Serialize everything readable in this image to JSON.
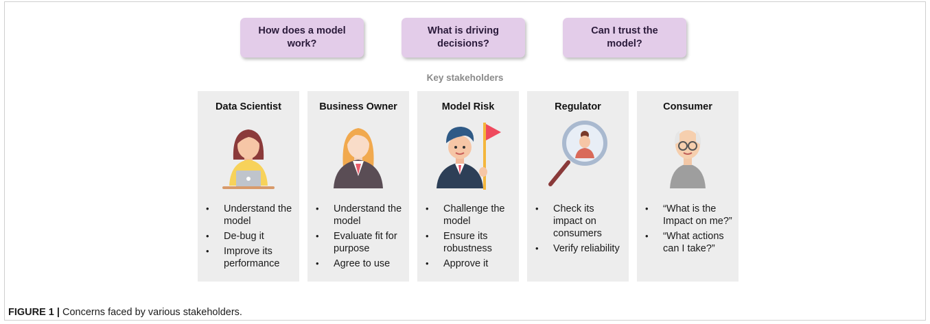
{
  "questions": [
    "How does a model work?",
    "What is driving decisions?",
    "Can I trust the model?"
  ],
  "key_stakeholders_label": "Key stakeholders",
  "stakeholders": [
    {
      "title": "Data Scientist",
      "bullets": [
        "Understand the model",
        "De-bug it",
        "Improve its performance"
      ],
      "icon": "data-scientist-icon"
    },
    {
      "title": "Business Owner",
      "bullets": [
        "Understand the model",
        "Evaluate fit for purpose",
        "Agree to use"
      ],
      "icon": "business-owner-icon"
    },
    {
      "title": "Model Risk",
      "bullets": [
        "Challenge the model",
        "Ensure its robustness",
        "Approve it"
      ],
      "icon": "model-risk-icon"
    },
    {
      "title": "Regulator",
      "bullets": [
        "Check its impact on consumers",
        "Verify reliability"
      ],
      "icon": "regulator-icon"
    },
    {
      "title": "Consumer",
      "bullets": [
        "“What is the Impact on me?”",
        "“What actions can I take?”"
      ],
      "icon": "consumer-icon"
    }
  ],
  "caption": {
    "label": "FIGURE 1 |",
    "text": " Concerns faced by various stakeholders."
  },
  "colors": {
    "question_bg": "#e3cce9",
    "card_bg": "#ededed",
    "flag": "#ef4a5e"
  }
}
